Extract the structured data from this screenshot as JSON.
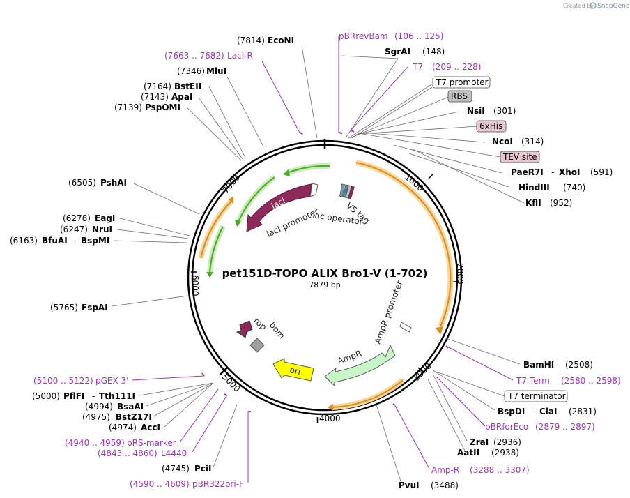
{
  "header": {
    "created_by": "Created by",
    "brand": "SnapGene"
  },
  "plasmid": {
    "name": "pet151D-TOPO ALIX Bro1-V (1-702)",
    "size": "7879 bp"
  },
  "ticks": [
    "1000",
    "2000",
    "3000",
    "4000",
    "5000",
    "6000",
    "7000"
  ],
  "enzymes": [
    {
      "name": "EcoNI",
      "pos": "(7814)"
    },
    {
      "name": "SgrAI",
      "pos": "(148)"
    },
    {
      "name": "MluI",
      "pos": "(7346)"
    },
    {
      "name": "BstEII",
      "pos": "(7164)"
    },
    {
      "name": "ApaI",
      "pos": "(7143)"
    },
    {
      "name": "PspOMI",
      "pos": "(7139)"
    },
    {
      "name": "NsiI",
      "pos": "(301)"
    },
    {
      "name": "NcoI",
      "pos": "(314)"
    },
    {
      "name": "PaeR7I",
      "pos": ""
    },
    {
      "name": "XhoI",
      "pos": "(591)"
    },
    {
      "name": "HindIII",
      "pos": "(740)"
    },
    {
      "name": "KflI",
      "pos": "(952)"
    },
    {
      "name": "PshAI",
      "pos": "(6505)"
    },
    {
      "name": "EagI",
      "pos": "(6278)"
    },
    {
      "name": "NruI",
      "pos": "(6247)"
    },
    {
      "name": "BfuAI",
      "pos": "(6163)"
    },
    {
      "name": "BspMI",
      "pos": ""
    },
    {
      "name": "FspAI",
      "pos": "(5765)"
    },
    {
      "name": "BamHI",
      "pos": "(2508)"
    },
    {
      "name": "BspDI",
      "pos": ""
    },
    {
      "name": "ClaI",
      "pos": "(2831)"
    },
    {
      "name": "ZraI",
      "pos": "(2936)"
    },
    {
      "name": "AatII",
      "pos": "(2938)"
    },
    {
      "name": "PvuI",
      "pos": "(3488)"
    },
    {
      "name": "PflFI",
      "pos": "(5000)"
    },
    {
      "name": "Tth111I",
      "pos": ""
    },
    {
      "name": "BsaAI",
      "pos": "(4994)"
    },
    {
      "name": "BstZ17I",
      "pos": "(4975)"
    },
    {
      "name": "AccI",
      "pos": "(4974)"
    },
    {
      "name": "PciI",
      "pos": "(4745)"
    }
  ],
  "primers": [
    {
      "name": "pBRrevBam",
      "range": "(106 .. 125)"
    },
    {
      "name": "LacI-R",
      "range": "(7663 .. 7682)"
    },
    {
      "name": "T7",
      "range": "(209 .. 228)"
    },
    {
      "name": "T7 Term",
      "range": "(2580 .. 2598)"
    },
    {
      "name": "pBRforEco",
      "range": "(2879 .. 2897)"
    },
    {
      "name": "Amp-R",
      "range": "(3288 .. 3307)"
    },
    {
      "name": "pGEX 3'",
      "range": "(5100 .. 5122)"
    },
    {
      "name": "pRS-marker",
      "range": "(4940 .. 4959)"
    },
    {
      "name": "L4440",
      "range": "(4843 .. 4860)"
    },
    {
      "name": "pBR322ori-F",
      "range": "(4590 .. 4609)"
    }
  ],
  "boxed": [
    {
      "name": "T7 promoter"
    },
    {
      "name": "RBS"
    },
    {
      "name": "6xHis"
    },
    {
      "name": "TEV site"
    },
    {
      "name": "T7 terminator"
    }
  ],
  "features": {
    "lacI": "lacI",
    "lacI_promoter": "lacI promoter",
    "lac_operator": "lac operator",
    "v5_tag": "V5 tag",
    "ampr_promoter": "AmpR promoter",
    "ampr": "AmpR",
    "ori": "ori",
    "rop": "rop",
    "bom": "bom"
  },
  "colors": {
    "primer": "#a030c8",
    "orf_orange": "#e08a1e",
    "orf_green": "#4aa82a",
    "lacI": "#8e2a5a",
    "ampr": "#c8f5c8",
    "ori": "#ffff00",
    "rbs_box": "#c0c0c0",
    "his_box": "#e8c8d0"
  }
}
